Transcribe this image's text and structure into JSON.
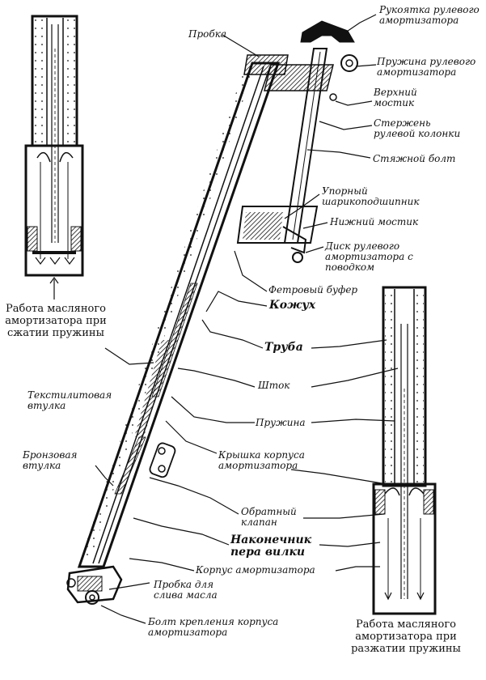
{
  "labels": {
    "handle": "Рукоятка рулевого амортизатора",
    "plug": "Пробка",
    "steering_spring": "Пружина рулевого амортизатора",
    "upper_bridge": "Верхний мостик",
    "steering_column_rod": "Стержень рулевой колонки",
    "clamp_bolt": "Стяжной болт",
    "thrust_bearing": "Упорный шарикоподшипник",
    "lower_bridge": "Нижний мостик",
    "steering_disc": "Диск рулевого амортизатора с поводком",
    "felt_buffer": "Фетровый буфер",
    "casing": "Кожух",
    "tube": "Труба",
    "textolite_bushing": "Текстилитовая втулка",
    "rod": "Шток",
    "spring": "Пружина",
    "bronze_bushing": "Бронзовая втулка",
    "damper_body_cover": "Крышка корпуса амортизатора",
    "check_valve": "Обратный клапан",
    "fork_tip": "Наконечник пера вилки",
    "damper_body": "Корпус амортизатора",
    "drain_plug": "Пробка для слива масла",
    "body_mount_bolt": "Болт крепления корпуса амортизатора"
  },
  "captions": {
    "compression": "Работа масляного амортизатора при сжатии пружины",
    "rebound": "Работа масляного амортизатора при разжатии пружины"
  }
}
